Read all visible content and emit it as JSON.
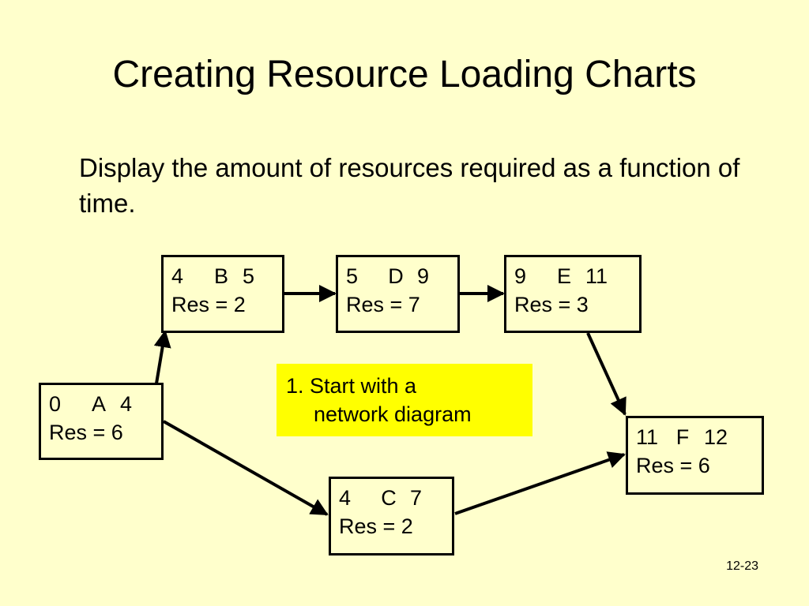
{
  "slide": {
    "title": "Creating Resource Loading Charts",
    "subtitle": "Display the amount of resources required as a function of time.",
    "page_number": "12-23"
  },
  "nodes": {
    "A": {
      "es": "0",
      "activity": "A",
      "ef": "4",
      "res": "Res = 6"
    },
    "B": {
      "es": "4",
      "activity": "B",
      "ef": "5",
      "res": "Res = 2"
    },
    "C": {
      "es": "4",
      "activity": "C",
      "ef": "7",
      "res": "Res = 2"
    },
    "D": {
      "es": "5",
      "activity": "D",
      "ef": "9",
      "res": "Res = 7"
    },
    "E": {
      "es": "9",
      "activity": "E",
      "ef": "11",
      "res": "Res = 3"
    },
    "F": {
      "es": "11",
      "activity": "F",
      "ef": "12",
      "res": "Res = 6"
    }
  },
  "edges": [
    [
      "A",
      "B"
    ],
    [
      "A",
      "C"
    ],
    [
      "B",
      "D"
    ],
    [
      "D",
      "E"
    ],
    [
      "E",
      "F"
    ],
    [
      "C",
      "F"
    ]
  ],
  "callout": {
    "line1": "1. Start with a",
    "line2": "network diagram",
    "color": "#ffff00"
  },
  "colors": {
    "background": "#ffffcc",
    "stroke": "#000000"
  }
}
